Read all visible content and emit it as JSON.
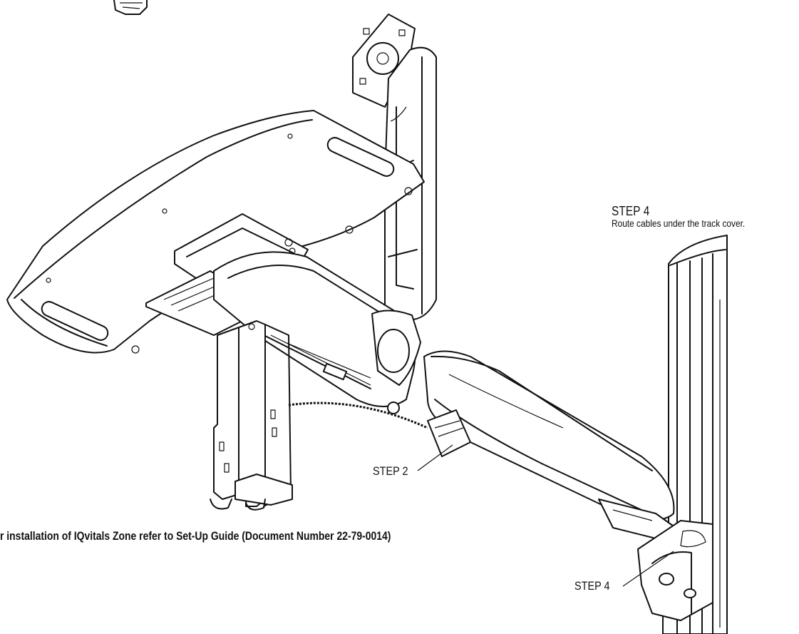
{
  "step4_header": {
    "title": "STEP 4",
    "description": "Route cables under the track cover."
  },
  "callouts": {
    "step2": "STEP 2",
    "step4": "STEP 4"
  },
  "note": "r installation of IQvitals Zone refer to Set-Up Guide (Document Number 22-79-0014)"
}
